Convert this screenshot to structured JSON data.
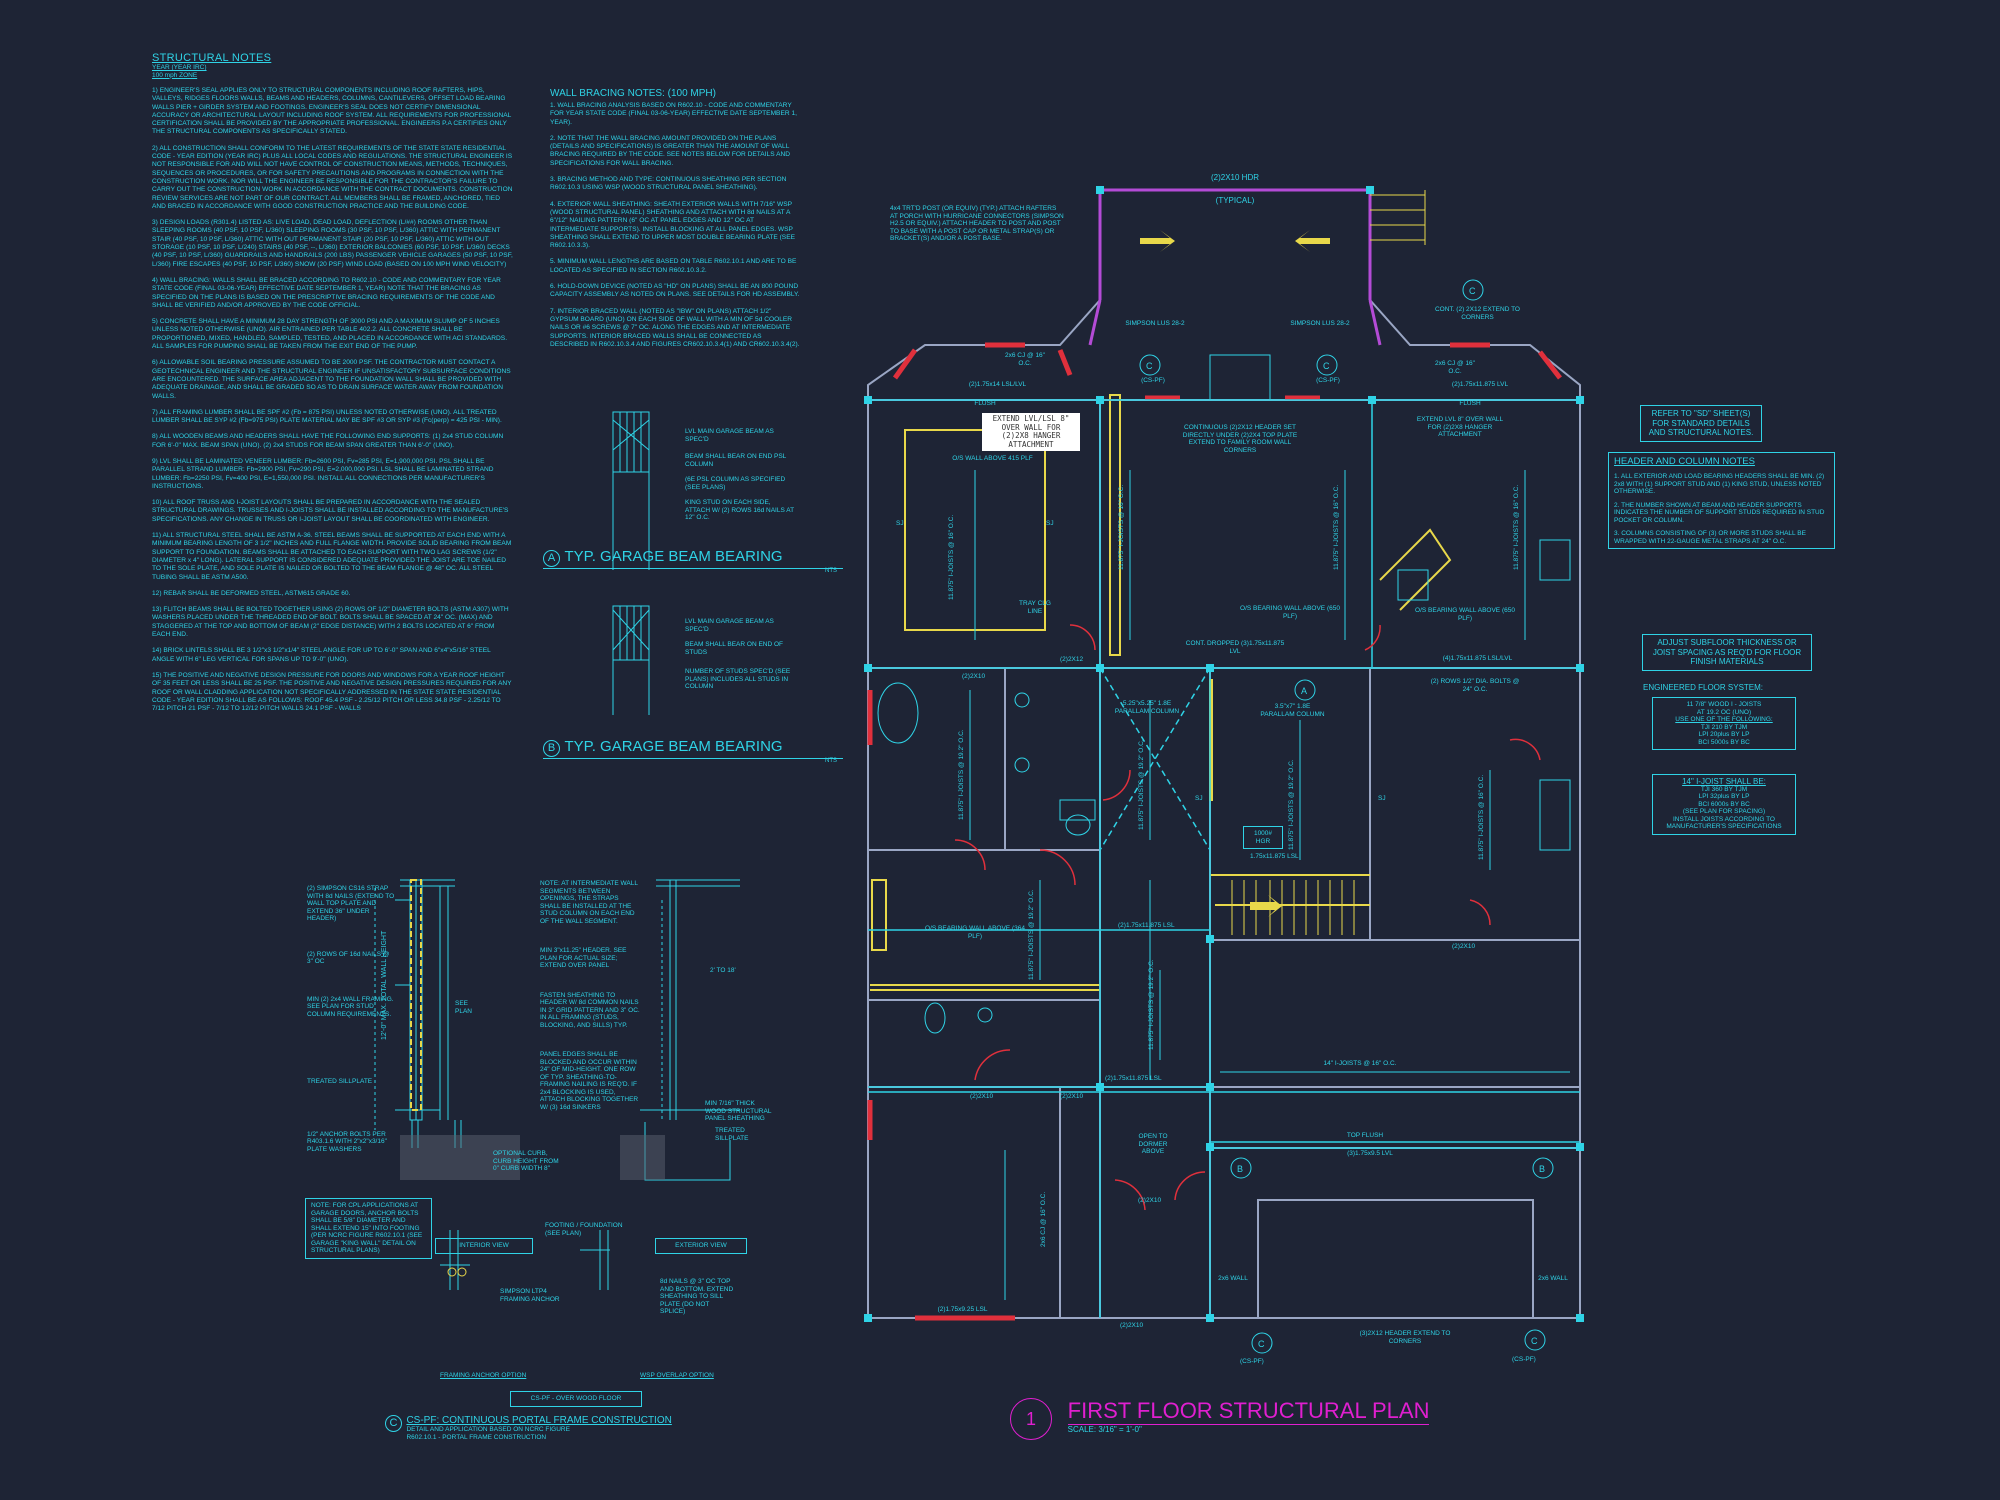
{
  "structural_notes": {
    "title": "STRUCTURAL NOTES",
    "sub1": "YEAR (YEAR IRC)",
    "sub2": "100 mph ZONE",
    "items": [
      "1) ENGINEER'S SEAL APPLIES ONLY TO STRUCTURAL COMPONENTS INCLUDING ROOF RAFTERS, HIPS, VALLEYS, RIDGES FLOORS WALLS, BEAMS AND HEADERS, COLUMNS, CANTILEVERS, OFFSET LOAD BEARING WALLS PIER + GIRDER SYSTEM AND FOOTINGS. ENGINEER'S SEAL DOES NOT CERTIFY DIMENSIONAL ACCURACY OR ARCHITECTURAL LAYOUT INCLUDING ROOF SYSTEM. ALL REQUIREMENTS FOR PROFESSIONAL CERTIFICATION SHALL BE PROVIDED BY THE APPROPRIATE PROFESSIONAL. ENGINEERS P.A CERTIFIES ONLY THE STRUCTURAL COMPONENTS AS SPECIFICALLY STATED.",
      "2) ALL CONSTRUCTION SHALL CONFORM TO THE LATEST REQUIREMENTS OF THE STATE STATE RESIDENTIAL CODE - YEAR EDITION (YEAR IRC) PLUS ALL LOCAL CODES AND REGULATIONS. THE STRUCTURAL ENGINEER IS NOT RESPONSIBLE FOR AND WILL NOT HAVE CONTROL OF CONSTRUCTION MEANS, METHODS, TECHNIQUES, SEQUENCES OR PROCEDURES, OR FOR SAFETY PRECAUTIONS AND PROGRAMS IN CONNECTION WITH THE CONSTRUCTION WORK. NOR WILL THE ENGINEER BE RESPONSIBLE FOR THE CONTRACTOR'S FAILURE TO CARRY OUT THE CONSTRUCTION WORK IN ACCORDANCE WITH THE CONTRACT DOCUMENTS. CONSTRUCTION REVIEW SERVICES ARE NOT PART OF OUR CONTRACT. ALL MEMBERS SHALL BE FRAMED, ANCHORED, TIED AND BRACED IN ACCORDANCE WITH GOOD CONSTRUCTION PRACTICE AND THE BUILDING CODE.",
      "3) DESIGN LOADS (R301.4) LISTED AS: LIVE LOAD, DEAD LOAD, DEFLECTION (L/##) ROOMS OTHER THAN SLEEPING ROOMS (40 PSF, 10 PSF, L/360) SLEEPING ROOMS (30 PSF, 10 PSF, L/360) ATTIC WITH PERMANENT STAIR (40 PSF, 10 PSF, L/360) ATTIC WITH OUT PERMANENT STAIR (20 PSF, 10 PSF, L/360) ATTIC WITH OUT STORAGE (10 PSF, 10 PSF, L/240) STAIRS (40 PSF, --, L/360) EXTERIOR BALCONIES (60 PSF, 10 PSF, L/360) DECKS (40 PSF, 10 PSF, L/360) GUARDRAILS AND HANDRAILS (200 LBS) PASSENGER VEHICLE GARAGES (50 PSF, 10 PSF, L/360) FIRE ESCAPES (40 PSF, 10 PSF, L/360) SNOW (20 PSF) WIND LOAD (BASED ON 100 MPH WIND VELOCITY)",
      "4) WALL BRACING: WALLS SHALL BE BRACED ACCORDING TO R602.10 - CODE AND COMMENTARY FOR YEAR STATE CODE (FINAL 03-06-YEAR) EFFECTIVE DATE SEPTEMBER 1, YEAR) NOTE THAT THE BRACING AS SPECIFIED ON THE PLANS IS BASED ON THE PRESCRIPTIVE BRACING REQUIREMENTS OF THE CODE AND SHALL BE VERIFIED AND/OR APPROVED BY THE CODE OFFICIAL.",
      "5) CONCRETE SHALL HAVE A MINIMUM 28 DAY STRENGTH OF 3000 PSI AND A MAXIMUM SLUMP OF 5 INCHES UNLESS NOTED OTHERWISE (UNO). AIR ENTRAINED PER TABLE 402.2. ALL CONCRETE SHALL BE PROPORTIONED, MIXED, HANDLED, SAMPLED, TESTED, AND PLACED IN ACCORDANCE WITH ACI STANDARDS. ALL SAMPLES FOR PUMPING SHALL BE TAKEN FROM THE EXIT END OF THE PUMP.",
      "6) ALLOWABLE SOIL BEARING PRESSURE ASSUMED TO BE 2000 PSF. THE CONTRACTOR MUST CONTACT A GEOTECHNICAL ENGINEER AND THE STRUCTURAL ENGINEER IF UNSATISFACTORY SUBSURFACE CONDITIONS ARE ENCOUNTERED. THE SURFACE AREA ADJACENT TO THE FOUNDATION WALL SHALL BE PROVIDED WITH ADEQUATE DRAINAGE, AND SHALL BE GRADED SO AS TO DRAIN SURFACE WATER AWAY FROM FOUNDATION WALLS.",
      "7) ALL FRAMING LUMBER SHALL BE SPF #2 (Fb = 875 PSI) UNLESS NOTED OTHERWISE (UNO). ALL TREATED LUMBER SHALL BE SYP #2 (Fb=975 PSI) PLATE MATERIAL MAY BE SPF #3 OR SYP #3 (Fc(perp) = 425 PSI - MIN).",
      "8) ALL WOODEN BEAMS AND HEADERS SHALL HAVE THE FOLLOWING END SUPPORTS: (1) 2x4 STUD COLUMN FOR 6'-0\" MAX. BEAM SPAN (UNO). (2) 2x4 STUDS FOR BEAM SPAN GREATER THAN 6'-0\" (UNO).",
      "9) LVL SHALL BE LAMINATED VENEER LUMBER: Fb=2600 PSI, Fv=285 PSI, E=1,900,000 PSI. PSL SHALL BE PARALLEL STRAND LUMBER: Fb=2900 PSI, Fv=290 PSI, E=2,000,000 PSI. LSL SHALL BE LAMINATED STRAND LUMBER: Fb=2250 PSI, Fv=400 PSI, E=1,550,000 PSI. INSTALL ALL CONNECTIONS PER MANUFACTURER'S INSTRUCTIONS.",
      "10) ALL ROOF TRUSS AND I-JOIST LAYOUTS SHALL BE PREPARED IN ACCORDANCE WITH THE SEALED STRUCTURAL DRAWINGS. TRUSSES AND I-JOISTS SHALL BE INSTALLED ACCORDING TO THE MANUFACTURE'S SPECIFICATIONS. ANY CHANGE IN TRUSS OR I-JOIST LAYOUT SHALL BE COORDINATED WITH ENGINEER.",
      "11) ALL STRUCTURAL STEEL SHALL BE ASTM A-36. STEEL BEAMS SHALL BE SUPPORTED AT EACH END WITH A MINIMUM BEARING LENGTH OF 3 1/2\" INCHES AND FULL FLANGE WIDTH. PROVIDE SOLID BEARING FROM BEAM SUPPORT TO FOUNDATION. BEAMS SHALL BE ATTACHED TO EACH SUPPORT WITH TWO LAG SCREWS (1/2\" DIAMETER x 4\" LONG). LATERAL SUPPORT IS CONSIDERED ADEQUATE PROVIDED THE JOIST ARE TOE NAILED TO THE SOLE PLATE, AND SOLE PLATE IS NAILED OR BOLTED TO THE BEAM FLANGE @ 48\" OC. ALL STEEL TUBING SHALL BE ASTM A500.",
      "12) REBAR SHALL BE DEFORMED STEEL, ASTM615 GRADE 60.",
      "13) FLITCH BEAMS SHALL BE BOLTED TOGETHER USING (2) ROWS OF 1/2\" DIAMETER BOLTS (ASTM A307) WITH WASHERS PLACED UNDER THE THREADED END OF BOLT. BOLTS SHALL BE SPACED AT 24\" OC. (MAX) AND STAGGERED AT THE TOP AND BOTTOM OF BEAM (2\" EDGE DISTANCE) WITH 2 BOLTS LOCATED AT 6\" FROM EACH END.",
      "14) BRICK LINTELS SHALL BE 3 1/2\"x3 1/2\"x1/4\" STEEL ANGLE FOR UP TO 6'-0\" SPAN AND 6\"x4\"x5/16\" STEEL ANGLE WITH 6\" LEG VERTICAL FOR SPANS UP TO 9'-0\" (UNO).",
      "15) THE POSITIVE AND NEGATIVE DESIGN PRESSURE FOR DOORS AND WINDOWS FOR A YEAR ROOF HEIGHT OF 35 FEET OR LESS SHALL BE 25 PSF. THE POSITIVE AND NEGATIVE DESIGN PRESSURES REQUIRED FOR ANY ROOF OR WALL CLADDING APPLICATION NOT SPECIFICALLY ADDRESSED IN THE STATE STATE RESIDENTIAL CODE - YEAR EDITION SHALL BE AS FOLLOWS: ROOF 45.4 PSF - 2.25/12 PITCH OR LESS 34.8 PSF - 2.25/12 TO 7/12 PITCH 21 PSF - 7/12 TO 12/12 PITCH WALLS 24.1 PSF - WALLS"
    ]
  },
  "wall_bracing": {
    "title": "WALL BRACING NOTES: (100 MPH)",
    "items": [
      "1. WALL BRACING ANALYSIS BASED ON R602.10 - CODE AND COMMENTARY FOR YEAR STATE CODE (FINAL 03-06-YEAR) EFFECTIVE DATE SEPTEMBER 1, YEAR).",
      "2. NOTE THAT THE WALL BRACING AMOUNT PROVIDED ON THE PLANS (DETAILS AND SPECIFICATIONS) IS GREATER THAN THE AMOUNT OF WALL BRACING REQUIRED BY THE CODE. SEE NOTES BELOW FOR DETAILS AND SPECIFICATIONS FOR WALL BRACING.",
      "3. BRACING METHOD AND TYPE: CONTINUOUS SHEATHING PER SECTION R602.10.3 USING WSP (WOOD STRUCTURAL PANEL SHEATHING).",
      "4. EXTERIOR WALL SHEATHING: SHEATH EXTERIOR WALLS WITH 7/16\" WSP (WOOD STRUCTURAL PANEL) SHEATHING AND ATTACH WITH 8d NAILS AT A 6\"/12\" NAILING PATTERN (6\" OC AT PANEL EDGES AND 12\" OC AT INTERMEDIATE SUPPORTS). INSTALL BLOCKING AT ALL PANEL EDGES. WSP SHEATHING SHALL EXTEND TO UPPER MOST DOUBLE BEARING PLATE (SEE R602.10.3.3).",
      "5. MINIMUM WALL LENGTHS ARE BASED ON TABLE R602.10.1 AND ARE TO BE LOCATED AS SPECIFIED IN SECTION R602.10.3.2.",
      "6. HOLD-DOWN DEVICE (NOTED AS \"HD\" ON PLANS) SHALL BE AN 800 POUND CAPACITY ASSEMBLY AS NOTED ON PLANS. SEE DETAILS FOR HD ASSEMBLY.",
      "7. INTERIOR BRACED WALL (NOTED AS \"IBW\" ON PLANS) ATTACH 1/2\" GYPSUM BOARD (UNO) ON EACH SIDE OF WALL WITH A MIN OF 5d COOLER NAILS OR #6 SCREWS @ 7\" OC. ALONG THE EDGES AND AT INTERMEDIATE SUPPORTS. INTERIOR BRACED WALLS SHALL BE CONNECTED AS DESCRIBED IN R602.10.3.4 AND FIGURES CR602.10.3.4(1) AND CR602.10.3.4(2)."
    ]
  },
  "details": {
    "a_title": "TYP. GARAGE BEAM BEARING",
    "a_letter": "A",
    "a_scale": "NTS",
    "a_notes": [
      "LVL MAIN GARAGE BEAM AS SPEC'D",
      "BEAM SHALL BEAR ON END PSL COLUMN",
      "(6E PSL COLUMN AS SPECIFIED (SEE PLANS)",
      "KING STUD ON EACH SIDE, ATTACH W/ (2) ROWS 16d NAILS AT 12\" O.C."
    ],
    "b_title": "TYP. GARAGE BEAM BEARING",
    "b_letter": "B",
    "b_scale": "NTS",
    "b_notes": [
      "LVL MAIN GARAGE BEAM AS SPEC'D",
      "BEAM SHALL BEAR ON END OF STUDS",
      "NUMBER OF STUDS SPEC'D (SEE PLANS) INCLUDES ALL STUDS IN COLUMN"
    ],
    "c_title": "CS-PF: CONTINUOUS PORTAL FRAME CONSTRUCTION",
    "c_letter": "C",
    "c_sub1": "DETAIL AND APPLICATION BASED ON NCRC FIGURE",
    "c_sub2": "R602.10.1 - PORTAL FRAME CONSTRUCTION",
    "c_box": "CS-PF - OVER WOOD FLOOR",
    "interior_view": "INTERIOR VIEW",
    "exterior_view": "EXTERIOR VIEW",
    "anchor_option": "FRAMING ANCHOR OPTION",
    "overlap_option": "WSP OVERLAP OPTION",
    "left_notes": [
      "(2) SIMPSON CS16 STRAP WITH 8d NAILS (EXTEND TO WALL TOP PLATE AND EXTEND 36\" UNDER HEADER)",
      "(2) ROWS OF 16d NAILS @ 3\" OC",
      "MIN (2) 2x4 WALL FRAMING. SEE PLAN FOR STUD COLUMN REQUIREMENTS.",
      "TREATED SILLPLATE",
      "1/2\" ANCHOR BOLTS PER R403.1.6 WITH 2\"x2\"x3/16\" PLATE WASHERS"
    ],
    "left_box": "NOTE: FOR CPL APPLICATIONS AT GARAGE DOORS, ANCHOR BOLTS SHALL BE 5/8\" DIAMETER AND SHALL EXTEND 15\" INTO FOOTING (PER NCRC FIGURE R602.10.1 (SEE GARAGE \"KING WALL\" DETAIL ON STRUCTURAL PLANS)",
    "mid_notes": [
      "NOTE: AT INTERMEDIATE WALL SEGMENTS BETWEEN OPENINGS, THE STRAPS SHALL BE INSTALLED AT THE STUD COLUMN ON EACH END OF THE WALL SEGMENT.",
      "MIN 3\"x11.25\" HEADER. SEE PLAN FOR ACTUAL SIZE; EXTEND OVER PANEL",
      "FASTEN SHEATHING TO HEADER W/ 8d COMMON NAILS IN 3\" GRID PATTERN AND 3\" OC. IN ALL FRAMING (STUDS, BLOCKING, AND SILLS) TYP.",
      "PANEL EDGES SHALL BE BLOCKED AND OCCUR WITHIN 24\" OF MID-HEIGHT. ONE ROW OF TYP. SHEATHING-TO-FRAMING NAILING IS REQ'D. IF 2x4 BLOCKING IS USED, ATTACH BLOCKING TOGETHER W/ (3) 16d SINKERS"
    ],
    "right_notes": [
      "MIN 7/16\" THICK WOOD STRUCTURAL PANEL SHEATHING",
      "TREATED SILLPLATE",
      "2' TO 18'"
    ],
    "vertical_label": "12'-0\" MAX. TOTAL WALL HEIGHT",
    "optional_curb": "OPTIONAL CURB, CURB HEIGHT FROM 0\" CURB WIDTH 8\"",
    "footing_note": "FOOTING / FOUNDATION (SEE PLAN)",
    "simpson_note": "SIMPSON LTP4 FRAMING ANCHOR",
    "wsp_note": "8d NAILS @ 3\" OC TOP AND BOTTOM. EXTEND SHEATHING TO SILL PLATE (DO NOT SPLICE)",
    "see_plan": "SEE PLAN"
  },
  "plan": {
    "title": "FIRST FLOOR STRUCTURAL PLAN",
    "number": "1",
    "scale": "SCALE: 3/16\" = 1'-0\"",
    "labels": {
      "hdr_top": "(2)2X10 HDR",
      "typical": "(TYPICAL)",
      "post_note": "4x4 TRT'D POST (OR EQUIV) (TYP.) ATTACH RAFTERS AT PORCH WITH HURRICANE CONNECTORS (SIMPSON H2.5 OR EQUIV.) ATTACH HEADER TO POST AND POST TO BASE WITH A POST CAP OR METAL STRAP(S) OR BRACKET(S) AND/OR A POST BASE.",
      "simpson_l": "SIMPSON LUS 28-2",
      "simpson_r": "SIMPSON LUS 28-2",
      "cspf": "(CS-PF)",
      "cont_2x12": "CONT. (2) 2X12 EXTEND TO CORNERS",
      "cj_l": "2x6 CJ @ 16\" O.C.",
      "cj_r": "2x6 CJ @ 16\" O.C.",
      "lvl_top_l": "(2)1.75x14 LSL/LVL",
      "lvl_top_r": "(2)1.75x11.875 LVL",
      "flush": "FLUSH",
      "extend_lvl_box": "EXTEND LVL/LSL 8\" OVER WALL FOR (2)2X8 HANGER ATTACHMENT",
      "extend_lvl_r": "EXTEND LVL 8\" OVER WALL FOR (2)2X8 HANGER ATTACHMENT",
      "cont_hdr": "CONTINUOUS (2)2X12 HEADER SET DIRECTLY UNDER (2)2X4 TOP PLATE EXTEND TO FAMILY ROOM WALL CORNERS",
      "os_wall_415": "O/S WALL ABOVE 415 PLF",
      "joists_1": "11.875\" I-JOISTS @ 16\" O.C.",
      "joists_2": "11.875\" I-JOISTS @ 16\" O.C.",
      "joists_3": "11.875\" I-JOISTS @ 16\" O.C.",
      "joists_4": "11.875\" I-JOISTS @ 16\" O.C.",
      "joists_5": "11.875\" I-JOISTS @ 19.2\" O.C.",
      "joists_6": "11.875\" I-JOISTS @ 19.2\" O.C.",
      "joists_7": "11.875\" I-JOISTS @ 19.2\" O.C.",
      "joists_8": "11.875\" I-JOISTS @ 16\" O.C.",
      "joists_9": "11.875\" I-JOISTS @ 19.2\" O.C.",
      "joists_10": "11.875\" I-JOISTS @ 19.2\" O.C.",
      "tray": "TRAY CLG LINE",
      "sj": "SJ",
      "os_650_l": "O/S BEARING WALL ABOVE (650 PLF)",
      "os_650_r": "O/S BEARING WALL ABOVE (650 PLF)",
      "cont_dropped": "CONT. DROPPED (3)1.75x11.875 LVL",
      "lvl_mid": "(4)1.75x11.875 LSL/LVL",
      "bolts": "(2) ROWS 1/2\" DIA. BOLTS @ 24\" O.C.",
      "col_1": "5.25\"x5.25\" 1.8E PARALLAM COLUMN",
      "col_2": "3.5\"x7\" 1.8E PARALLAM COLUMN",
      "hdr_2x10_a": "(2)2X10",
      "hdr_2x12": "(2)2X12",
      "hdr_2x10_b": "(2)2X10",
      "hdr_2x10_c": "(2)2X10",
      "hdr_2x10_d": "(2)2X10",
      "hdr_2x10_e": "(2)2X10",
      "hgr": "1000# HGR",
      "lsl_175": "1.75x11.875 LSL",
      "lsl_w1": "(2)1.75x11.875 LSL",
      "lsl_w2": "(2)1.75x11.875 LSL",
      "os_364": "O/S BEARING WALL ABOVE (364 PLF)",
      "joists_14": "14\" I-JOISTS @ 16\" O.C.",
      "top_flush": "TOP FLUSH",
      "lvl_bot": "(3)1.75x9.5 LVL",
      "open_dormer": "OPEN TO DORMER ABOVE",
      "hdr_2x2": "(2)2X10",
      "cj_bot": "2x6 CJ @ 16\" O.C.",
      "lsl_925": "(2)1.75x9.25 LSL",
      "wall_l": "2x6 WALL",
      "wall_r": "2x6 WALL",
      "hdr_bot": "(3)2X12 HEADER EXTEND TO CORNERS",
      "hdr_2x10_bot": "(2)2X10",
      "cspf_b1": "(CS-PF)",
      "cspf_b2": "(CS-PF)"
    }
  },
  "right_notes": {
    "refer": "REFER TO \"SD\" SHEET(S) FOR STANDARD DETAILS AND STRUCTURAL NOTES.",
    "header_title": "HEADER AND COLUMN NOTES",
    "header_items": [
      "1. ALL EXTERIOR AND LOAD BEARING HEADERS SHALL BE MIN. (2) 2x8 WITH (1) SUPPORT STUD AND (1) KING STUD, UNLESS NOTED OTHERWISE.",
      "2. THE NUMBER SHOWN AT BEAM AND HEADER SUPPORTS INDICATES THE NUMBER OF SUPPORT STUDS REQUIRED IN STUD POCKET OR COLUMN.",
      "3. COLUMNS CONSISTING OF (3) OR MORE STUDS SHALL BE WRAPPED WITH 22-GAUGE METAL STRAPS AT 24\" O.C."
    ],
    "subfloor": "ADJUST SUBFLOOR THICKNESS OR JOIST SPACING AS REQ'D FOR FLOOR FINISH MATERIALS",
    "eng_title": "ENGINEERED FLOOR SYSTEM:",
    "eng_box1": [
      "11 7/8\" WOOD I - JOISTS",
      "AT 19.2 OC (UNO)",
      "USE ONE OF THE FOLLOWING:",
      "TJI 210 BY TJM",
      "LPI 20plus BY LP",
      "BCI 5000s BY BC"
    ],
    "eng_box2_title": "14\" I-JOIST SHALL BE:",
    "eng_box2": [
      "TJI 360 BY TJM",
      "LPI 32plus BY LP",
      "BCI 6000s BY BC",
      "(SEE PLAN FOR SPACING)",
      "INSTALL JOISTS ACCORDING TO MANUFACTURER'S SPECIFICATIONS"
    ]
  },
  "colors": {
    "background": "#1e2435",
    "cyan": "#2fd3e6",
    "magenta": "#e01fd0",
    "yellow": "#e8d84a",
    "red": "#e0303c",
    "white": "#ffffff"
  }
}
